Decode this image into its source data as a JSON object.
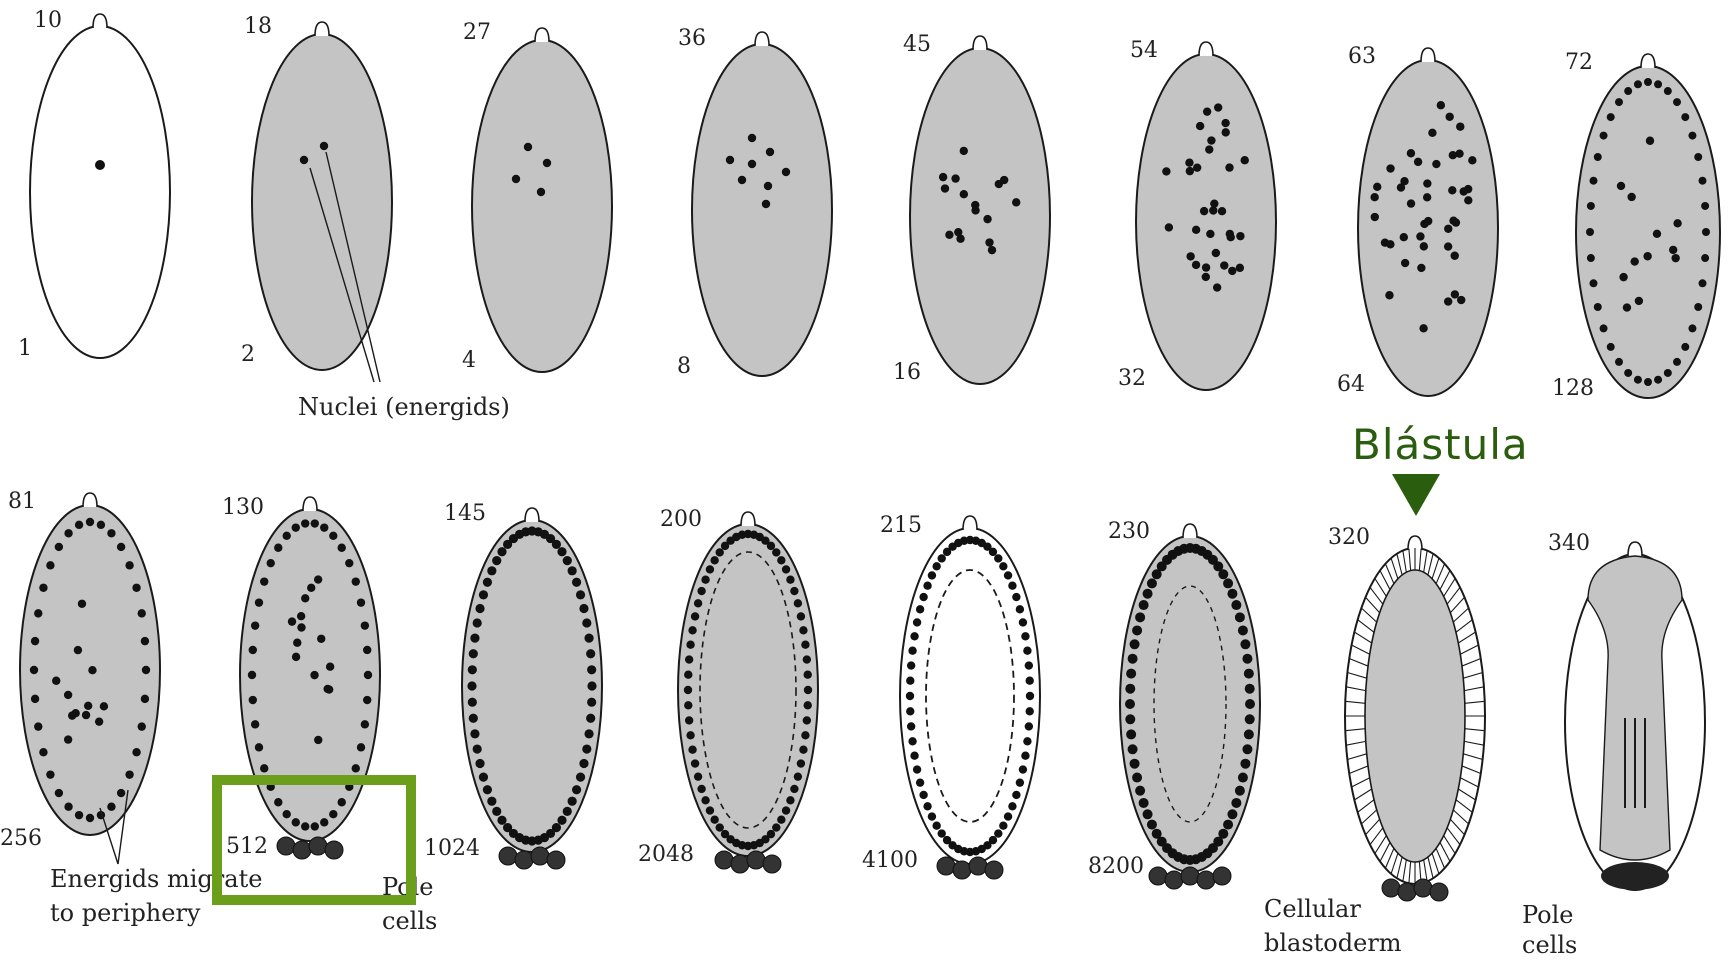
{
  "row1": {
    "stages": [
      {
        "minutes": "10",
        "nuclei": "1"
      },
      {
        "minutes": "18",
        "nuclei": "2"
      },
      {
        "minutes": "27",
        "nuclei": "4"
      },
      {
        "minutes": "36",
        "nuclei": "8"
      },
      {
        "minutes": "45",
        "nuclei": "16"
      },
      {
        "minutes": "54",
        "nuclei": "32"
      },
      {
        "minutes": "63",
        "nuclei": "64"
      },
      {
        "minutes": "72",
        "nuclei": "128"
      }
    ],
    "label_nuclei": "Nuclei (energids)"
  },
  "row2": {
    "stages": [
      {
        "minutes": "81",
        "nuclei": "256"
      },
      {
        "minutes": "130",
        "nuclei": "512"
      },
      {
        "minutes": "145",
        "nuclei": "1024"
      },
      {
        "minutes": "200",
        "nuclei": "2048"
      },
      {
        "minutes": "215",
        "nuclei": "4100"
      },
      {
        "minutes": "230",
        "nuclei": "8200"
      },
      {
        "minutes": "320",
        "nuclei": ""
      },
      {
        "minutes": "340",
        "nuclei": ""
      }
    ],
    "label_migrate_1": "Energids migrate",
    "label_migrate_2": "to periphery",
    "label_pole_1": "Pole",
    "label_pole_2": "cells",
    "label_cellular_1": "Cellular",
    "label_cellular_2": "blastoderm",
    "label_pole_b1": "Pole",
    "label_pole_b2": "cells"
  },
  "annotation": {
    "blastula_label": "Blástula",
    "accent_color": "#2a5d0e",
    "highlight_color": "#6b9e1a"
  },
  "colors": {
    "embryo_fill": "#c4c4c4",
    "outline": "#1a1a1a"
  }
}
